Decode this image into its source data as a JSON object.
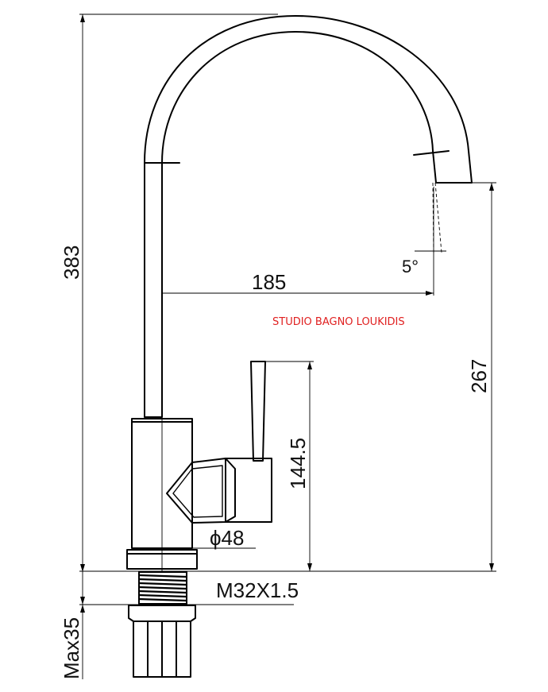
{
  "dimensions": {
    "total_height": "383",
    "reach": "185",
    "spout_height": "267",
    "handle_height": "144.5",
    "body_diameter": "ϕ48",
    "thread": "M32X1.5",
    "max_mount": "Max35",
    "spray_angle": "5°"
  },
  "watermark": "STUDIO BAGNO LOUKIDIS",
  "colors": {
    "line": "#000000",
    "watermark": "#e02020"
  }
}
